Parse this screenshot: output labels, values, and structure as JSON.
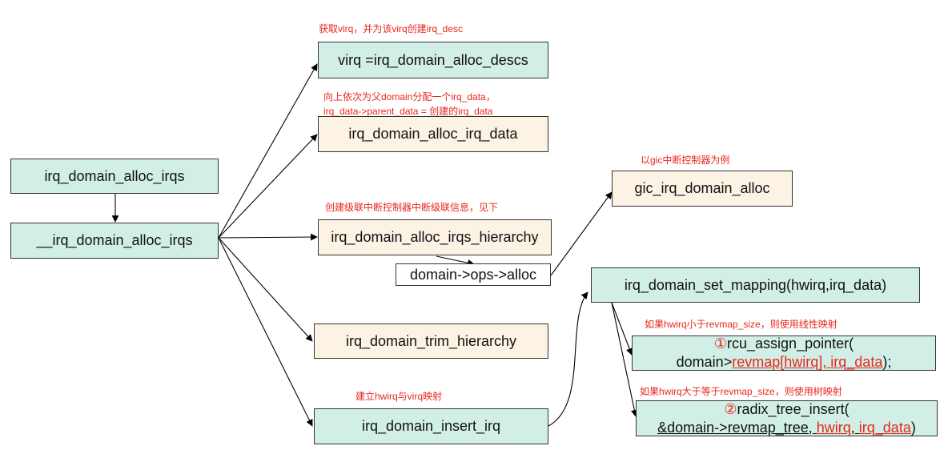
{
  "nodes": {
    "alloc_irqs": "irq_domain_alloc_irqs",
    "alloc_irqs_inner": "__irq_domain_alloc_irqs",
    "alloc_descs": "virq =irq_domain_alloc_descs",
    "alloc_irq_data": "irq_domain_alloc_irq_data",
    "alloc_irqs_hierarchy": "irq_domain_alloc_irqs_hierarchy",
    "ops_alloc": "domain->ops->alloc",
    "gic_alloc": "gic_irq_domain_alloc",
    "trim_hierarchy": "irq_domain_trim_hierarchy",
    "insert_irq": "irq_domain_insert_irq",
    "set_mapping": "irq_domain_set_mapping(hwirq,irq_data)",
    "rcu": {
      "num": "①",
      "call": "rcu_assign_pointer(",
      "prefix": "domain>",
      "arg1": "revmap[hwirq]",
      "sep": ", ",
      "arg2": "irq_data",
      "suffix": ");"
    },
    "radix": {
      "num": "②",
      "call": "radix_tree_insert(",
      "prefix": "&domain->revmap_tree, ",
      "arg1": "hwirq",
      "sep": ", ",
      "arg2": "irq_data",
      "suffix": ")"
    }
  },
  "notes": {
    "descs": "获取virq，并为该virq创建irq_desc",
    "irq_data_1": "向上依次为父domain分配一个irq_data，",
    "irq_data_2": "irq_data->parent_data = 创建的irq_data",
    "hierarchy": "创建级联中断控制器中断级联信息，见下",
    "gic": "以gic中断控制器为例",
    "insert": "建立hwirq与virq映射",
    "linear": "如果hwirq小于revmap_size，则使用线性映射",
    "tree": "如果hwirq大于等于revmap_size，则使用树映射"
  },
  "colors": {
    "teal": "#d1efe6",
    "cream": "#fdf3e5",
    "note_red": "#e8261c",
    "edge": "#000000"
  }
}
